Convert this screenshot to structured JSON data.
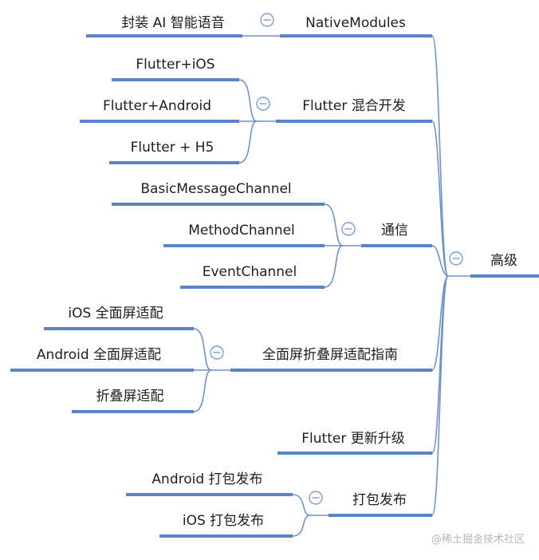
{
  "root": {
    "label": "高级"
  },
  "branches": [
    {
      "label": "NativeModules",
      "collapsible": true,
      "children": [
        {
          "label": "封装 AI 智能语音"
        }
      ]
    },
    {
      "label": "Flutter 混合开发",
      "collapsible": true,
      "children": [
        {
          "label": "Flutter+iOS"
        },
        {
          "label": "Flutter+Android"
        },
        {
          "label": "Flutter + H5"
        }
      ]
    },
    {
      "label": "通信",
      "collapsible": true,
      "children": [
        {
          "label": "BasicMessageChannel"
        },
        {
          "label": "MethodChannel"
        },
        {
          "label": "EventChannel"
        }
      ]
    },
    {
      "label": "全面屏折叠屏适配指南",
      "collapsible": true,
      "children": [
        {
          "label": "iOS 全面屏适配"
        },
        {
          "label": "Android 全面屏适配"
        },
        {
          "label": "折叠屏适配"
        }
      ]
    },
    {
      "label": "Flutter 更新升级",
      "collapsible": false,
      "children": []
    },
    {
      "label": "打包发布",
      "collapsible": true,
      "children": [
        {
          "label": "Android 打包发布"
        },
        {
          "label": "iOS 打包发布"
        }
      ]
    }
  ],
  "watermark": "@稀土掘金技术社区",
  "colors": {
    "node_line": "#5b84c4",
    "connector": "#6d93cc",
    "collapse_button": "#7c9fd6",
    "text": "#1e1e1e",
    "watermark": "#b8b8b8"
  }
}
